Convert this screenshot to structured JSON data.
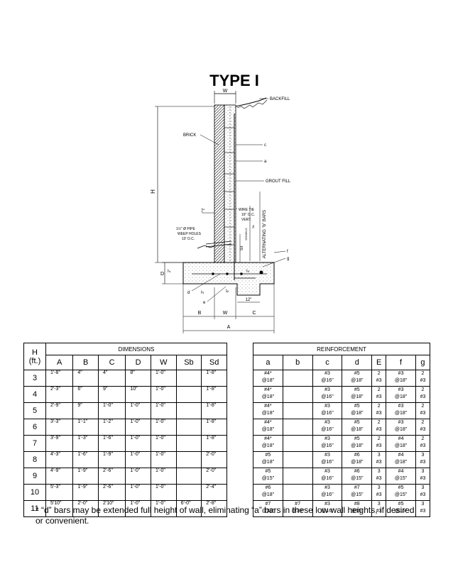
{
  "drawing": {
    "title": "TYPE I",
    "labels": {
      "w_top": "W",
      "backfill": "BACKFILL",
      "brick": "BRICK",
      "c": "c",
      "a": "a",
      "grout_fill": "GROUT FILL",
      "h": "H",
      "wire_tie": "WIRE TIE",
      "wire_tie_2": "16\" O.C.",
      "wire_tie_3": "VERT.",
      "alt_bars": "ALTERNATING \"b\" BARS",
      "dowels": "DOWELS",
      "sd": "Sd",
      "sb": "Sb",
      "seven_in": "7\"",
      "pipe_1": "1½\" Ø PIPE",
      "pipe_2": "WEEP HOLES",
      "pipe_3": "10' O.C.",
      "f": "f",
      "g": "g",
      "d_side": "D",
      "two_in_left": "2\"",
      "two_in_right": "2\"",
      "d_small": "d",
      "three_in": "3\"",
      "six_in": "6\"",
      "e": "e",
      "twelve_in": "12\"",
      "b_dim": "B",
      "w_dim": "W",
      "c_dim": "C",
      "a_dim": "A"
    }
  },
  "dimensions_table": {
    "h_header": "H",
    "h_unit": "(ft.)",
    "group_header": "DIMENSIONS",
    "columns": [
      "A",
      "B",
      "C",
      "D",
      "W",
      "Sb",
      "Sd"
    ],
    "rows": [
      {
        "h": "3",
        "cells": [
          "1'-8\"",
          "4\"",
          "4\"",
          "8\"",
          "1'-0\"",
          "",
          "1'-8\""
        ]
      },
      {
        "h": "4",
        "cells": [
          "2'-3\"",
          "6\"",
          "9\"",
          "10\"",
          "1'-0\"",
          "",
          "1'-8\""
        ]
      },
      {
        "h": "5",
        "cells": [
          "2'-9\"",
          "9\"",
          "1'-0\"",
          "1'-0\"",
          "1'-0\"",
          "",
          "1'-8\""
        ]
      },
      {
        "h": "6",
        "cells": [
          "3'-3\"",
          "1'-1\"",
          "1'-2\"",
          "1'-0\"",
          "1'-0\"",
          "",
          "1'-8\""
        ]
      },
      {
        "h": "7",
        "cells": [
          "3'-9\"",
          "1'-3\"",
          "1'-6\"",
          "1'-0\"",
          "1'-0\"",
          "",
          "1'-8\""
        ]
      },
      {
        "h": "8",
        "cells": [
          "4'-3\"",
          "1'-6\"",
          "1'-9\"",
          "1'-0\"",
          "1'-0\"",
          "",
          "2'-0\""
        ]
      },
      {
        "h": "9",
        "cells": [
          "4'-9\"",
          "1'-9\"",
          "2'-6\"",
          "1'-0\"",
          "1'-0\"",
          "",
          "2'-0\""
        ]
      },
      {
        "h": "10",
        "cells": [
          "5'-3\"",
          "1'-9\"",
          "2'-6\"",
          "1'-0\"",
          "1'-0\"",
          "",
          "2'-4\""
        ]
      },
      {
        "h": "11",
        "cells": [
          "5'10\"",
          "2'-0\"",
          "2'10\"",
          "1'-0\"",
          "1'-0\"",
          "6'-0\"",
          "2'-8\""
        ]
      }
    ]
  },
  "reinforcement_table": {
    "group_header": "REINFORCEMENT",
    "columns": [
      "a",
      "b",
      "c",
      "d",
      "E",
      "f",
      "g"
    ],
    "rows": [
      [
        [
          "#4*",
          "@18\""
        ],
        [
          "",
          ""
        ],
        [
          "#3",
          "@16\""
        ],
        [
          "#5",
          "@18\""
        ],
        [
          "2",
          "#3"
        ],
        [
          "#3",
          "@18\""
        ],
        [
          "2",
          "#3"
        ]
      ],
      [
        [
          "#4*",
          "@18\""
        ],
        [
          "",
          ""
        ],
        [
          "#3",
          "@16\""
        ],
        [
          "#5",
          "@18\""
        ],
        [
          "2",
          "#3"
        ],
        [
          "#3",
          "@18\""
        ],
        [
          "2",
          "#3"
        ]
      ],
      [
        [
          "#4*",
          "@18\""
        ],
        [
          "",
          ""
        ],
        [
          "#3",
          "@16\""
        ],
        [
          "#5",
          "@18\""
        ],
        [
          "2",
          "#3"
        ],
        [
          "#3",
          "@18\""
        ],
        [
          "2",
          "#3"
        ]
      ],
      [
        [
          "#4*",
          "@18\""
        ],
        [
          "",
          ""
        ],
        [
          "#3",
          "@16\""
        ],
        [
          "#5",
          "@18\""
        ],
        [
          "2",
          "#3"
        ],
        [
          "#3",
          "@18\""
        ],
        [
          "2",
          "#3"
        ]
      ],
      [
        [
          "#4*",
          "@18\""
        ],
        [
          "",
          ""
        ],
        [
          "#3",
          "@16\""
        ],
        [
          "#5",
          "@18\""
        ],
        [
          "2",
          "#3"
        ],
        [
          "#4",
          "@18\""
        ],
        [
          "2",
          "#3"
        ]
      ],
      [
        [
          "#5",
          "@18\""
        ],
        [
          "",
          ""
        ],
        [
          "#3",
          "@16\""
        ],
        [
          "#6",
          "@18\""
        ],
        [
          "3",
          "#3"
        ],
        [
          "#4",
          "@18\""
        ],
        [
          "3",
          "#3"
        ]
      ],
      [
        [
          "#5",
          "@15\""
        ],
        [
          "",
          ""
        ],
        [
          "#3",
          "@16\""
        ],
        [
          "#6",
          "@15\""
        ],
        [
          "3",
          "#3"
        ],
        [
          "#4",
          "@15\""
        ],
        [
          "3",
          "#3"
        ]
      ],
      [
        [
          "#6",
          "@18\""
        ],
        [
          "",
          ""
        ],
        [
          "#3",
          "@16\""
        ],
        [
          "#7",
          "@15\""
        ],
        [
          "3",
          "#3"
        ],
        [
          "#5",
          "@15\""
        ],
        [
          "3",
          "#3"
        ]
      ],
      [
        [
          "#7",
          "@30\""
        ],
        [
          "#7",
          "@30\""
        ],
        [
          "#3",
          "@16\""
        ],
        [
          "#8",
          "@15\""
        ],
        [
          "3",
          "#3"
        ],
        [
          "#5",
          "@15\""
        ],
        [
          "3",
          "#3"
        ]
      ]
    ]
  },
  "footnote": "* “d” bars may be extended full height of wall, eliminating “a” bars in these low wall heights, if desired or convenient."
}
